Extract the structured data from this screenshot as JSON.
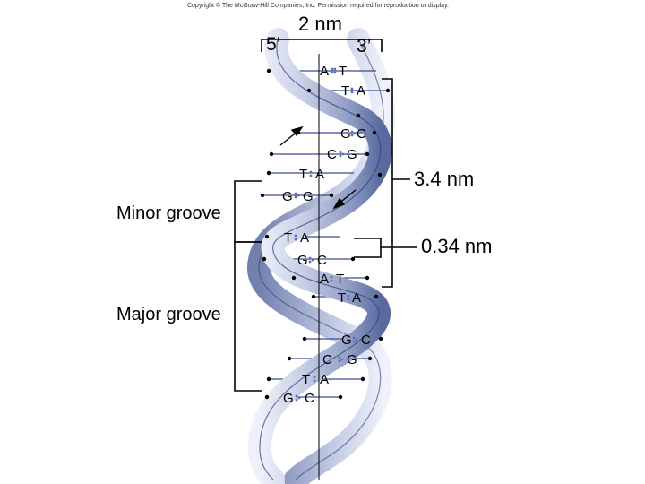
{
  "header": {
    "copyright": "Copyright © The McGraw-Hill Companies, Inc. Permission required for reproduction or display."
  },
  "labels": {
    "width": "2 nm",
    "five_prime": "5’",
    "three_prime": "3’",
    "turn_length": "3.4 nm",
    "base_spacing": "0.34 nm",
    "minor_groove": "Minor groove",
    "major_groove": "Major groove"
  },
  "base_pairs": [
    {
      "left": "A",
      "right": "T"
    },
    {
      "left": "T",
      "right": "A"
    },
    {
      "left": "G",
      "right": "C"
    },
    {
      "left": "C",
      "right": "G"
    },
    {
      "left": "T",
      "right": "A"
    },
    {
      "left": "G",
      "right": "G"
    },
    {
      "left": "T",
      "right": "A"
    },
    {
      "left": "G",
      "right": "C"
    },
    {
      "left": "A",
      "right": "T"
    },
    {
      "left": "T",
      "right": "A"
    },
    {
      "left": "G",
      "right": "C"
    },
    {
      "left": "C",
      "right": "G"
    },
    {
      "left": "T",
      "right": "A"
    },
    {
      "left": "G",
      "right": "C"
    }
  ],
  "colors": {
    "backbone_light": "#c9d0e6",
    "backbone_mid": "#8f9cc4",
    "backbone_dark": "#2f3f7a",
    "rung": "#3a4c8e",
    "bracket": "#000000"
  }
}
